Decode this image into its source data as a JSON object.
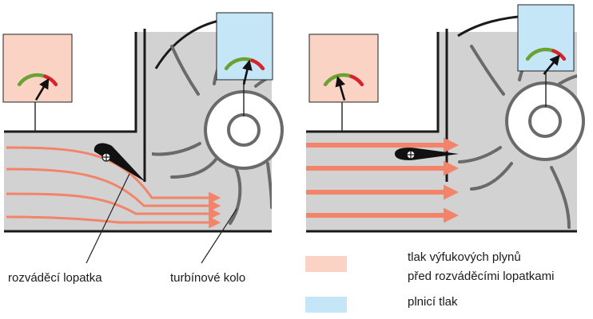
{
  "labels": {
    "guide_vane": "rozváděcí lopatka",
    "turbine_wheel": "turbínové kolo"
  },
  "legend": {
    "items": [
      {
        "text_line1": "tlak výfukových plynů",
        "text_line2": "před rozváděcími lopatkami",
        "color": "#fbd3c4"
      },
      {
        "text_line1": "plnicí tlak",
        "text_line2": "",
        "color": "#c5e6f7"
      }
    ]
  },
  "colors": {
    "housing": "#d2d2d2",
    "wall": "#1a1a1a",
    "flow_arrow": "#f3846a",
    "gauge_green": "#69a332",
    "gauge_red": "#d9222a",
    "exhaust_gauge_bg": "#fbd3c4",
    "boost_gauge_bg": "#c5e6f7",
    "blade": "#6a6a6a"
  },
  "panels": [
    {
      "name": "narrow-vane-position",
      "exhaust_needle_fraction": 0.78,
      "boost_needle_fraction": 0.62
    },
    {
      "name": "open-vane-position",
      "exhaust_needle_fraction": 0.35,
      "boost_needle_fraction": 0.86
    }
  ]
}
